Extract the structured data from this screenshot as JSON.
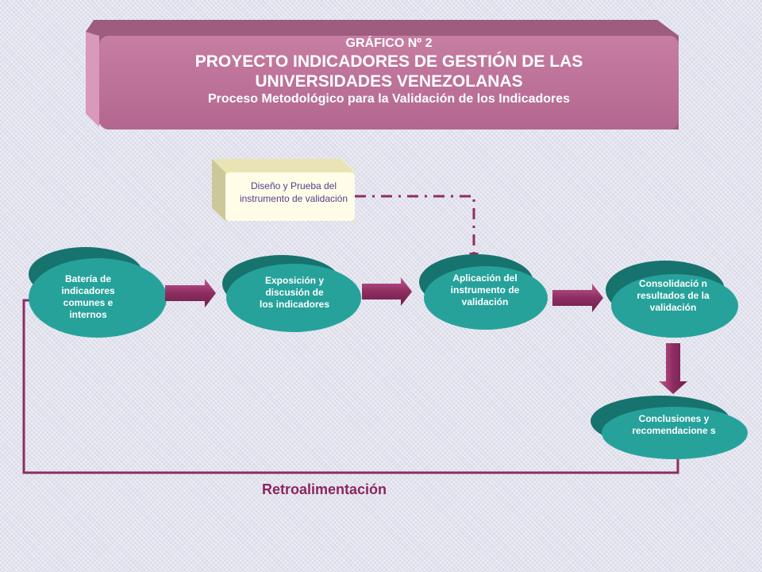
{
  "title": {
    "line1": "GRÁFICO Nº 2",
    "line2a": "PROYECTO INDICADORES DE GESTIÓN DE LAS",
    "line2b": "UNIVERSIDADES VENEZOLANAS",
    "line3": "Proceso Metodológico para la Validación de los Indicadores"
  },
  "design_box": {
    "label": "Diseño y Prueba del instrumento de validación"
  },
  "steps": [
    {
      "label": "Batería de indicadores comunes e internos"
    },
    {
      "label": "Exposición y discusión de los indicadores"
    },
    {
      "label": "Aplicación del instrumento de validación"
    },
    {
      "label": "Consolidació n resultados de la validación"
    },
    {
      "label": "Conclusiones y recomendacione s"
    }
  ],
  "feedback_label": "Retroalimentación",
  "colors": {
    "banner": "#c07398",
    "banner_shade": "#a05c80",
    "teal": "#26a29b",
    "teal_dark": "#17736e",
    "arrow": "#8e2d61",
    "yellow_box": "#fffde8"
  }
}
